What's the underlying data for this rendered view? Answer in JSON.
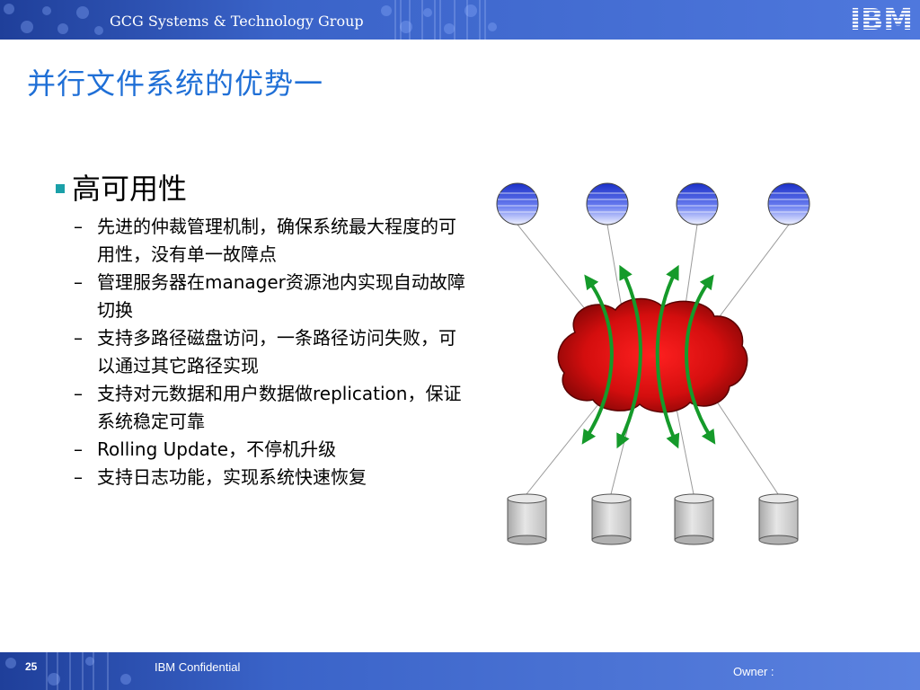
{
  "header": {
    "title": "GCG Systems & Technology Group",
    "logo_text": "IBM",
    "bar_color": "#3a63c8"
  },
  "slide": {
    "title": "并行文件系统的优势一",
    "title_color": "#1f6fd6",
    "main_bullet": "高可用性",
    "sub_bullets": [
      "先进的仲裁管理机制，确保系统最大程度的可用性，没有单一故障点",
      "管理服务器在manager资源池内实现自动故障切换",
      "支持多路径磁盘访问，一条路径访问失败，可以通过其它路径实现",
      "支持对元数据和用户数据做replication，保证系统稳定可靠",
      "Rolling Update，不停机升级",
      "支持日志功能，实现系统快速恢复"
    ],
    "dash": "–"
  },
  "diagram": {
    "nodes_top": [
      "server-node",
      "server-node",
      "server-node",
      "server-node"
    ],
    "nodes_bottom": [
      "disk",
      "disk",
      "disk",
      "disk"
    ],
    "cloud_color": "#cc1010",
    "arrow_color": "#159a2a"
  },
  "footer": {
    "page_number": "25",
    "confidential": "IBM Confidential",
    "owner": "Owner :"
  }
}
